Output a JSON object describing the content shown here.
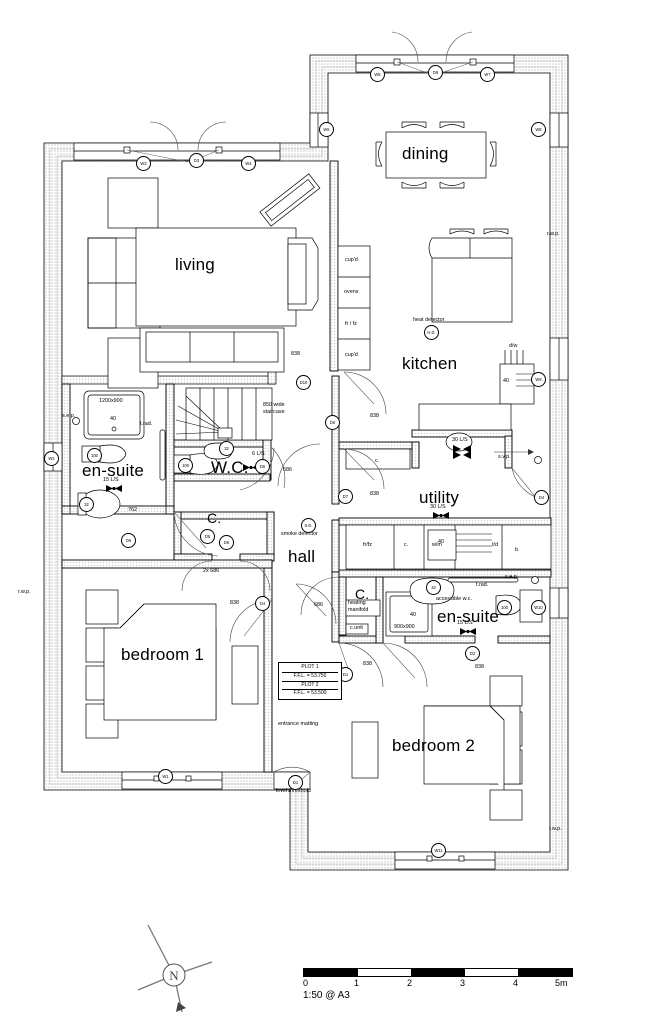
{
  "drawing": {
    "type": "architectural-floor-plan",
    "scale_note": "1:50 @ A3",
    "north_label": "N"
  },
  "rooms": [
    {
      "id": "living",
      "label": "living"
    },
    {
      "id": "dining",
      "label": "dining"
    },
    {
      "id": "kitchen",
      "label": "kitchen"
    },
    {
      "id": "utility",
      "label": "utility"
    },
    {
      "id": "hall",
      "label": "hall"
    },
    {
      "id": "bedroom1",
      "label": "bedroom 1"
    },
    {
      "id": "bedroom2",
      "label": "bedroom 2"
    },
    {
      "id": "ensuite1",
      "label": "en-suite"
    },
    {
      "id": "ensuite2",
      "label": "en-suite"
    },
    {
      "id": "wc",
      "label": "W.C."
    },
    {
      "id": "cupboard1",
      "label": "C."
    },
    {
      "id": "cupboard2",
      "label": "C."
    }
  ],
  "annotations": {
    "rwp_top_right": "r.w.p.",
    "rwp_left": "r.w.p.",
    "rwp_bottom_right": "r.w.p.",
    "svp_kitchen": "s.v.p.",
    "sep_ensuite1": "s.e.p.",
    "sep_ensuite2": "s.e.p.",
    "smoke_detector": "smoke detector",
    "smoke_detector_tag": "S.D.",
    "heat_detector": "heat detector",
    "heat_detector_tag": "H.D.",
    "staircase_note": "850 wide\nstaircase",
    "staircase_note_l1": "850 wide",
    "staircase_note_l2": "staircase",
    "entrance_matting": "entrance matting",
    "level_threshold": "level threshold",
    "heating_manifold_l1": "heating",
    "heating_manifold_l2": "manifold",
    "consumer_unit": "c.unit",
    "accessible_wc": "accessible w.c.",
    "shower_tray_1": "1200x900",
    "shower_tray_2": "900x900",
    "towel_rail_1": "t.rad.",
    "towel_rail_2": "t.rad."
  },
  "ventilation": [
    {
      "id": "v1",
      "value": "15 L/S",
      "room": "en-suite 1"
    },
    {
      "id": "v2",
      "value": "6 L/S",
      "room": "W.C."
    },
    {
      "id": "v3",
      "value": "30 L/S",
      "room": "kitchen"
    },
    {
      "id": "v4",
      "value": "30 L/S",
      "room": "utility"
    },
    {
      "id": "v5",
      "value": "15 L/S",
      "room": "en-suite 2"
    }
  ],
  "pipe_sizes": [
    "100",
    "32",
    "40",
    "100",
    "32",
    "40",
    "100",
    "32",
    "40",
    "40",
    "40"
  ],
  "kitchen_units": [
    {
      "label": "cup'd"
    },
    {
      "label": "ovens"
    },
    {
      "label": "fr / fz"
    },
    {
      "label": "cup'd"
    },
    {
      "label": "d/w"
    }
  ],
  "utility_units": [
    {
      "label": "fr/fz"
    },
    {
      "label": "c."
    },
    {
      "label": "w/m"
    },
    {
      "label": "t/d"
    },
    {
      "label": "b."
    },
    {
      "label": "c."
    }
  ],
  "window_tags": [
    "W1",
    "W2",
    "W3",
    "W4",
    "W5",
    "W6",
    "W7",
    "W8",
    "W9",
    "W10",
    "W11"
  ],
  "door_tags": [
    "D1",
    "D2",
    "D3",
    "D4",
    "D5",
    "D6",
    "D7",
    "D8",
    "D9",
    "D10",
    "D2"
  ],
  "door_widths": [
    "838",
    "838",
    "838",
    "838",
    "838",
    "838",
    "838",
    "686",
    "686",
    "686",
    "762",
    "2x 686"
  ],
  "levels": {
    "box": [
      {
        "line1": "PLOT 1",
        "line2": "F.F.L. = 53.750"
      },
      {
        "line1": "PLOT 2",
        "line2": "F.F.L. = 53.500"
      }
    ],
    "plot1_name": "PLOT 1",
    "plot1_ffl": "F.F.L. = 53.750",
    "plot2_name": "PLOT 2",
    "plot2_ffl": "F.F.L. = 53.500"
  },
  "scale": {
    "ticks": [
      "0",
      "1",
      "2",
      "3",
      "4",
      "5m"
    ],
    "caption": "1:50 @ A3"
  },
  "colors": {
    "line": "#000000",
    "hatch": "#bbbbbb",
    "fill": "#ffffff"
  }
}
